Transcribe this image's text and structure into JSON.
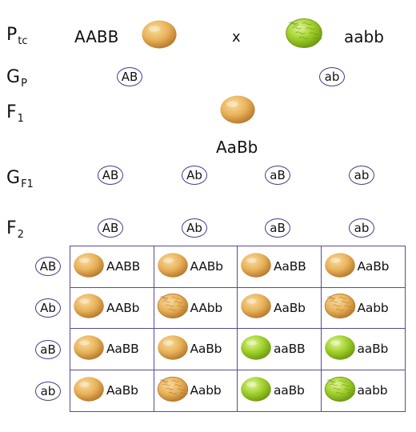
{
  "rows": {
    "p": {
      "label": "P",
      "sub": "tc",
      "left_genotype": "AABB",
      "cross": "x",
      "right_genotype": "aabb"
    },
    "gp": {
      "label": "G",
      "sub": "P",
      "gametes": [
        "AB",
        "ab"
      ]
    },
    "f1": {
      "label": "F",
      "sub": "1",
      "genotype": "AaBb"
    },
    "gf1": {
      "label": "G",
      "sub": "F1",
      "gametes": [
        "AB",
        "Ab",
        "aB",
        "ab"
      ]
    },
    "f2": {
      "label": "F",
      "sub": "2",
      "gametes": [
        "AB",
        "Ab",
        "aB",
        "ab"
      ]
    }
  },
  "punnett": {
    "row_gametes": [
      "AB",
      "Ab",
      "aB",
      "ab"
    ],
    "cells": [
      [
        "AABB",
        "AABb",
        "AaBB",
        "AaBb"
      ],
      [
        "AABb",
        "AAbb",
        "AaBb",
        "Aabb"
      ],
      [
        "AaBB",
        "AaBb",
        "aaBB",
        "aaBb"
      ],
      [
        "AaBb",
        "Aabb",
        "aaBb",
        "aabb"
      ]
    ],
    "phenotypes": [
      [
        "yellow-smooth",
        "yellow-smooth",
        "yellow-smooth",
        "yellow-smooth"
      ],
      [
        "yellow-smooth",
        "yellow-wrinkled",
        "yellow-smooth",
        "yellow-wrinkled"
      ],
      [
        "yellow-smooth",
        "yellow-smooth",
        "green-smooth",
        "green-smooth"
      ],
      [
        "yellow-smooth",
        "yellow-wrinkled",
        "green-smooth",
        "green-wrinkled"
      ]
    ]
  },
  "colors": {
    "yellow": "#e8b25a",
    "green": "#9fcf2a",
    "line": "#5a4a95"
  }
}
